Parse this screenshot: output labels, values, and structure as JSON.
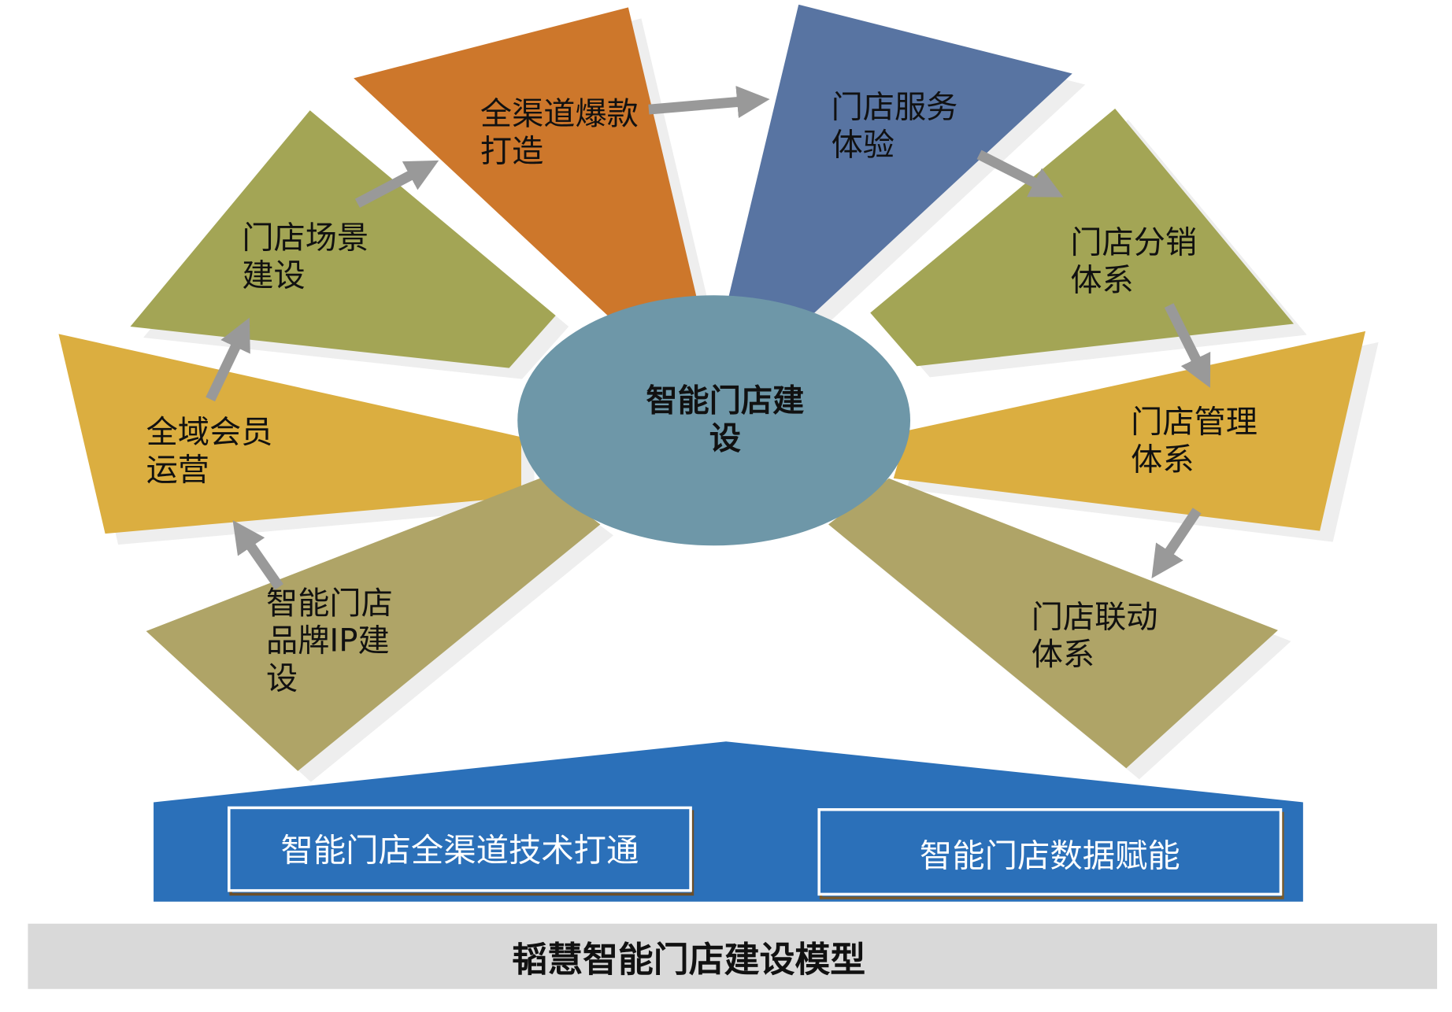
{
  "center": {
    "line1": "智能门店建",
    "line2": "设"
  },
  "segments": [
    {
      "lines": [
        "全渠道爆款",
        "打造"
      ],
      "color": "#cd772b"
    },
    {
      "lines": [
        "门店服务",
        "体验"
      ],
      "color": "#5874a2"
    },
    {
      "lines": [
        "门店场景",
        "建设"
      ],
      "color": "#a3a555"
    },
    {
      "lines": [
        "门店分销",
        "体系"
      ],
      "color": "#a3a555"
    },
    {
      "lines": [
        "全域会员",
        "运营"
      ],
      "color": "#dbae40"
    },
    {
      "lines": [
        "门店管理",
        "体系"
      ],
      "color": "#dbae40"
    },
    {
      "lines": [
        "智能门店",
        "品牌IP建",
        "设"
      ],
      "color": "#afa467"
    },
    {
      "lines": [
        "门店联动",
        "体系"
      ],
      "color": "#afa467"
    }
  ],
  "foundation": {
    "box1": "智能门店全渠道技术打通",
    "box2": "智能门店数据赋能",
    "color": "#2b70b9"
  },
  "footer": {
    "title": "韬慧智能门店建设模型"
  },
  "colors": {
    "ellipse": "#6e97a8",
    "arrow": "#999999",
    "shadow": "#eeeeee",
    "footer_bg": "#d9d9d9"
  }
}
